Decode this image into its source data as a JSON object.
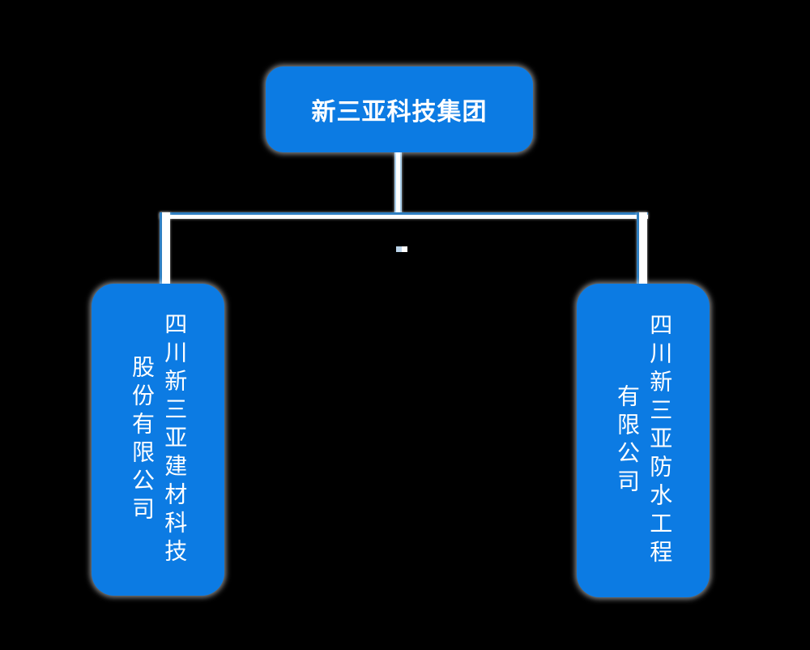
{
  "canvas": {
    "background": "#000000"
  },
  "org_chart": {
    "root": {
      "label": "新三亚科技集团"
    },
    "children": [
      {
        "label": "四川新三亚建材科技股份有限公司",
        "columns": [
          "四川新三亚建材科技",
          "股份有限公司"
        ]
      },
      {
        "label": "四川新三亚防水工程有限公司",
        "columns": [
          "四川新三亚防水工程",
          "有限公司"
        ]
      }
    ],
    "colors": {
      "node_fill": "#0C7BE3",
      "node_text": "#FFFFFF",
      "connector_main": "#FFFFFF",
      "connector_accent": "#2F7FC1",
      "connector_soft": "#A9CEEA",
      "background": "#000000"
    }
  }
}
